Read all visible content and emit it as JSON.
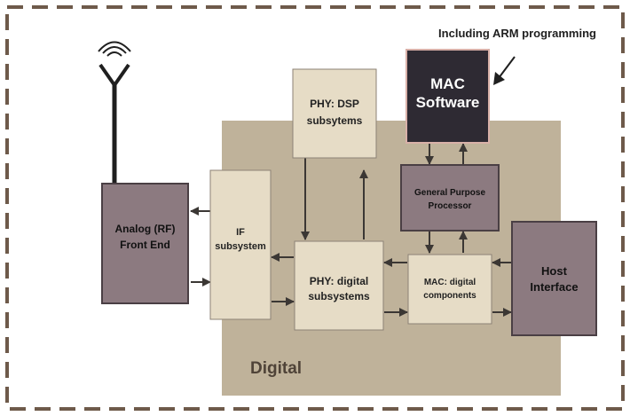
{
  "annotation": "Including ARM programming",
  "region_label": "Digital",
  "blocks": {
    "mac_software": {
      "lines": [
        "MAC",
        "Software"
      ]
    },
    "phy_dsp": {
      "lines": [
        "PHY: DSP",
        "subsytems"
      ]
    },
    "gpp": {
      "lines": [
        "General Purpose",
        "Processor"
      ]
    },
    "analog_rf": {
      "lines": [
        "Analog (RF)",
        "Front End"
      ]
    },
    "if_subsystem": {
      "lines": [
        "IF",
        "subsystem"
      ]
    },
    "phy_digital": {
      "lines": [
        "PHY: digital",
        "subsystems"
      ]
    },
    "mac_digital": {
      "lines": [
        "MAC: digital",
        "components"
      ]
    },
    "host_interface": {
      "lines": [
        "Host",
        "Interface"
      ]
    }
  },
  "icons": [
    "antenna-icon",
    "pointer-arrow-icon"
  ],
  "colors": {
    "border_dash": "#6e5a4a",
    "digital_region": "#bfb29a",
    "light_block": "#e6dcc6",
    "dark_block": "#8c7a80",
    "mac_software_fill": "#2e2a33",
    "mac_software_stroke": "#d8b0a8",
    "region_text": "#4f4338",
    "arrow": "#3b3734"
  }
}
